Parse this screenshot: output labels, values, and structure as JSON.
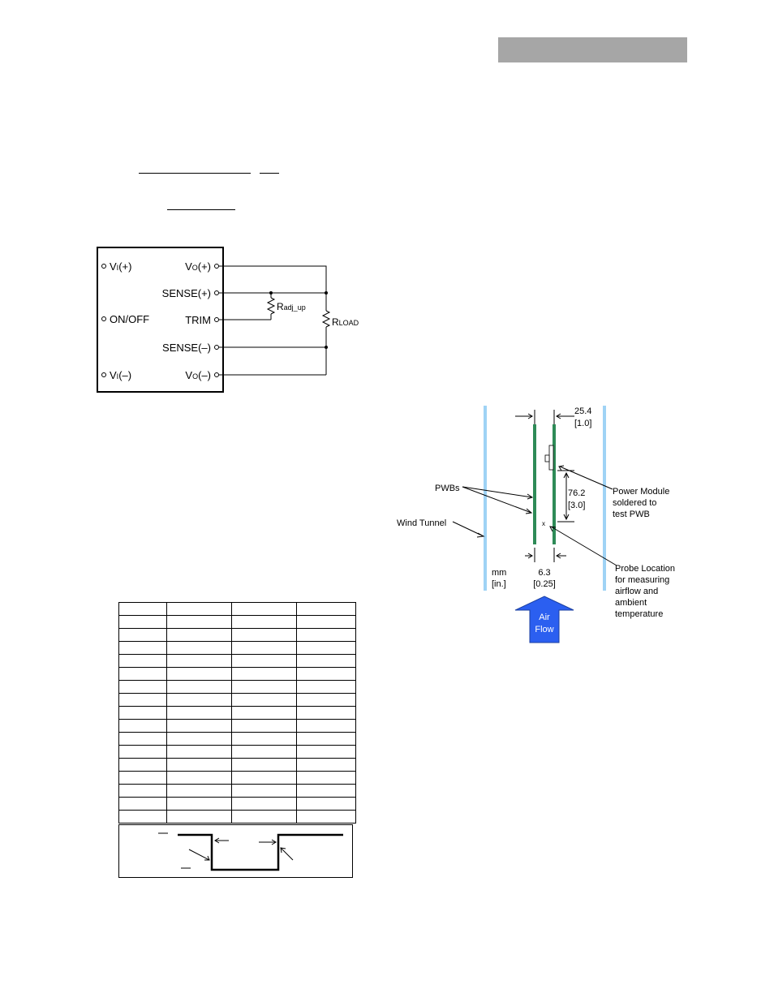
{
  "header": {
    "tab_label": ""
  },
  "schematic": {
    "left_pins": [
      {
        "base": "V",
        "sub": "I",
        "tail": "(+)"
      },
      {
        "base": "ON/OFF",
        "sub": "",
        "tail": ""
      },
      {
        "base": "V",
        "sub": "I",
        "tail": "(–)"
      }
    ],
    "right_pins": [
      {
        "base": "V",
        "sub": "O",
        "tail": "(+)"
      },
      {
        "base": "SENSE(+)",
        "sub": "",
        "tail": ""
      },
      {
        "base": "TRIM",
        "sub": "",
        "tail": ""
      },
      {
        "base": "SENSE(–)",
        "sub": "",
        "tail": ""
      },
      {
        "base": "V",
        "sub": "O",
        "tail": "(–)"
      }
    ],
    "radj": {
      "base": "R",
      "sub": "adj_up"
    },
    "rload": {
      "base": "R",
      "sub": "LOAD"
    }
  },
  "wind_tunnel": {
    "dim_top": "25.4",
    "dim_top_in": "[1.0]",
    "dim_mid": "76.2",
    "dim_mid_in": "[3.0]",
    "dim_bottom": "6.3",
    "dim_bottom_in": "[0.25]",
    "pwbs_label": "PWBs",
    "wind_tunnel_label": "Wind Tunnel",
    "units_mm": "mm",
    "units_in": "[in.]",
    "probe_marker": "x",
    "power_module_label": [
      "Power Module",
      "soldered to",
      "test PWB"
    ],
    "probe_label": [
      "Probe Location",
      "for measuring",
      "airflow and",
      "ambient",
      "temperature"
    ],
    "airflow_label": [
      "Air",
      "Flow"
    ],
    "colors": {
      "wall": "#9fd3f5",
      "pwb": "#2e8b57",
      "arrow": "#2b5ff0"
    }
  },
  "table": {
    "rows": 17,
    "cols": 4
  }
}
